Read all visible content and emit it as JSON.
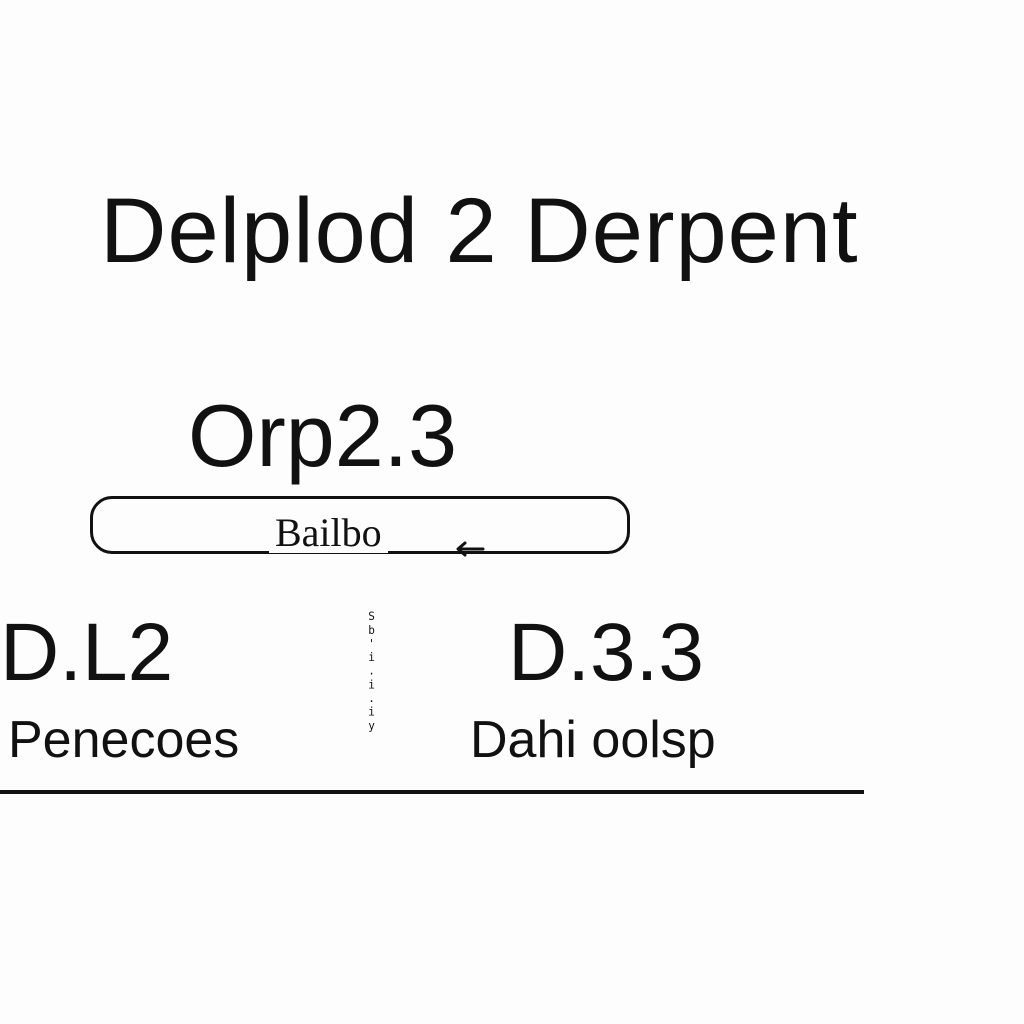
{
  "header": {
    "title": "Delplod 2 Derpent",
    "subtitle": "Orp2.3"
  },
  "field": {
    "label": "Bailbo",
    "icon": "arrow-left-icon"
  },
  "metrics": {
    "left": {
      "value": "D.L2",
      "caption": "Penecoes"
    },
    "separator": "Sb'i.i.iy",
    "right": {
      "value": "D.3.3",
      "caption": "Dahi oolsp"
    }
  },
  "colors": {
    "background": "#fdfdfd",
    "foreground": "#111111"
  }
}
